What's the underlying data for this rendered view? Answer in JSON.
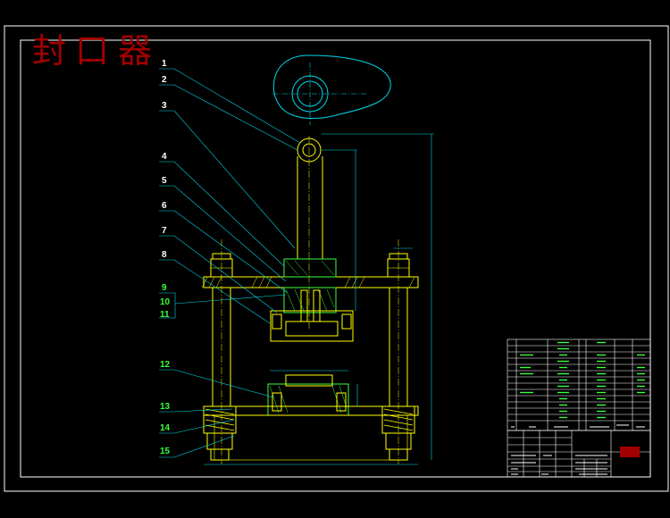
{
  "drawing": {
    "title": "封口器",
    "part_numbers": [
      "1",
      "2",
      "3",
      "4",
      "5",
      "6",
      "7",
      "8",
      "9",
      "10",
      "11",
      "12",
      "13",
      "14",
      "15"
    ]
  }
}
